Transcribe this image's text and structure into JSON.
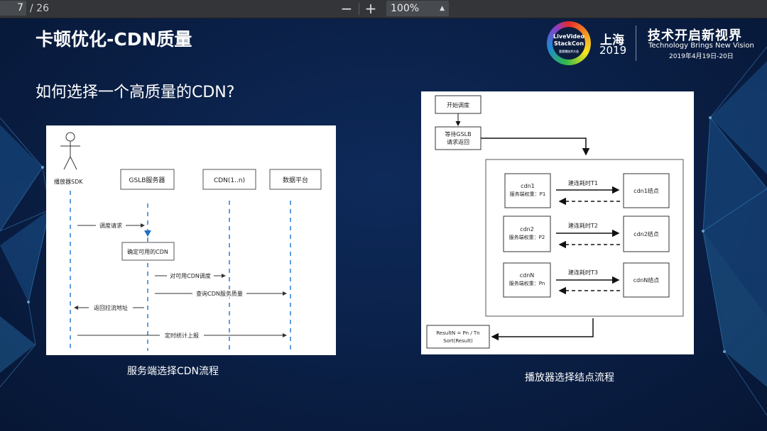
{
  "viewer": {
    "page_current": "7",
    "page_total": "/ 26",
    "zoom_out": "−",
    "zoom_in": "+",
    "zoom_level": "100%"
  },
  "slide": {
    "title": "卡顿优化-CDN质量",
    "subtitle": "如何选择一个高质量的CDN?",
    "logo": {
      "brand_line1": "LiveVideo",
      "brand_line2": "StackCon",
      "brand_tag": "音视频技术大会",
      "city": "上海",
      "year": "2019",
      "slogan": "技术开启新视界",
      "slogan_en": "Technology Brings New Vision",
      "date": "2019年4月19日-20日"
    },
    "left_caption": "服务端选择CDN流程",
    "right_caption": "播放器选择结点流程"
  },
  "sequence_diagram": {
    "actor": "播放器SDK",
    "participants": [
      "GSLB服务器",
      "CDN(1..n)",
      "数据平台"
    ],
    "note": "确定可用的CDN",
    "messages": [
      "调度请求",
      "对可用CDN调度",
      "查询CDN服务质量",
      "返回拉流地址",
      "定时统计上报"
    ]
  },
  "flow_diagram": {
    "start": "开始调度",
    "wait": [
      "等待GSLB",
      "请求返回"
    ],
    "rows": [
      {
        "name": "cdn1",
        "weight": "服务端权重：P1",
        "measure": "建连耗时T1",
        "node": "cdn1结点"
      },
      {
        "name": "cdn2",
        "weight": "服务端权重：P2",
        "measure": "建连耗时T2",
        "node": "cdn2结点"
      },
      {
        "name": "cdnN",
        "weight": "服务端权重：Pn",
        "measure": "建连耗时T3",
        "node": "cdnN结点"
      }
    ],
    "result": [
      "ResultN = Pn / Tn",
      "Sort(Result)"
    ]
  },
  "colors": {
    "background": "#0b1d3f",
    "toolbar": "#333538",
    "lifeline": "#2a7fd4",
    "arrow_blue": "#1f6fc4"
  }
}
